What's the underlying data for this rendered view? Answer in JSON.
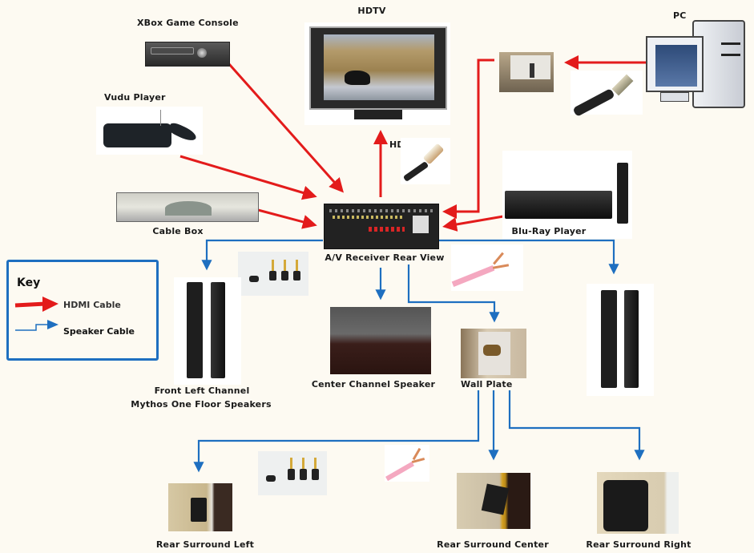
{
  "diagram": {
    "title": "Home theater wiring diagram",
    "colors": {
      "background": "#fdfaf2",
      "hdmi": "#e31b1b",
      "speaker": "#1e6fc0"
    },
    "devices": {
      "xbox": {
        "label": "XBox Game Console"
      },
      "vudu": {
        "label": "Vudu Player"
      },
      "cable_box": {
        "label": "Cable Box"
      },
      "hdtv": {
        "label": "HDTV"
      },
      "pc": {
        "label": "PC"
      },
      "receiver": {
        "label": "A/V Receiver Rear View"
      },
      "bluray": {
        "label": "Blu-Ray Player"
      },
      "hdmi_cable": {
        "label": "HDMI"
      },
      "front_left": {
        "label_line1": "Front Left Channel",
        "label_line2": "Mythos One Floor Speakers"
      },
      "center": {
        "label": "Center Channel Speaker"
      },
      "wall_plate": {
        "label": "Wall Plate"
      },
      "rear_left": {
        "label": "Rear Surround Left"
      },
      "rear_center": {
        "label": "Rear Surround Center"
      },
      "rear_right": {
        "label": "Rear Surround Right"
      }
    },
    "key": {
      "title": "Key",
      "items": [
        {
          "label": "HDMI Cable",
          "type": "hdmi"
        },
        {
          "label": "Speaker Cable",
          "type": "speaker"
        }
      ]
    },
    "connections": [
      {
        "from": "XBox Game Console",
        "to": "A/V Receiver",
        "cable": "HDMI"
      },
      {
        "from": "Vudu Player",
        "to": "A/V Receiver",
        "cable": "HDMI"
      },
      {
        "from": "Cable Box",
        "to": "A/V Receiver",
        "cable": "HDMI"
      },
      {
        "from": "A/V Receiver",
        "to": "HDTV",
        "cable": "HDMI"
      },
      {
        "from": "PC",
        "to": "Wall HDMI jack",
        "cable": "HDMI"
      },
      {
        "from": "Wall HDMI jack",
        "to": "A/V Receiver",
        "cable": "HDMI"
      },
      {
        "from": "Blu-Ray Player",
        "to": "A/V Receiver",
        "cable": "HDMI"
      },
      {
        "from": "A/V Receiver",
        "to": "Front Left Channel",
        "cable": "Speaker"
      },
      {
        "from": "A/V Receiver",
        "to": "Front Right Channel",
        "cable": "Speaker"
      },
      {
        "from": "A/V Receiver",
        "to": "Center Channel Speaker",
        "cable": "Speaker"
      },
      {
        "from": "A/V Receiver",
        "to": "Wall Plate",
        "cable": "Speaker"
      },
      {
        "from": "Wall Plate",
        "to": "Rear Surround Left",
        "cable": "Speaker"
      },
      {
        "from": "Wall Plate",
        "to": "Rear Surround Center",
        "cable": "Speaker"
      },
      {
        "from": "Wall Plate",
        "to": "Rear Surround Right",
        "cable": "Speaker"
      }
    ]
  }
}
